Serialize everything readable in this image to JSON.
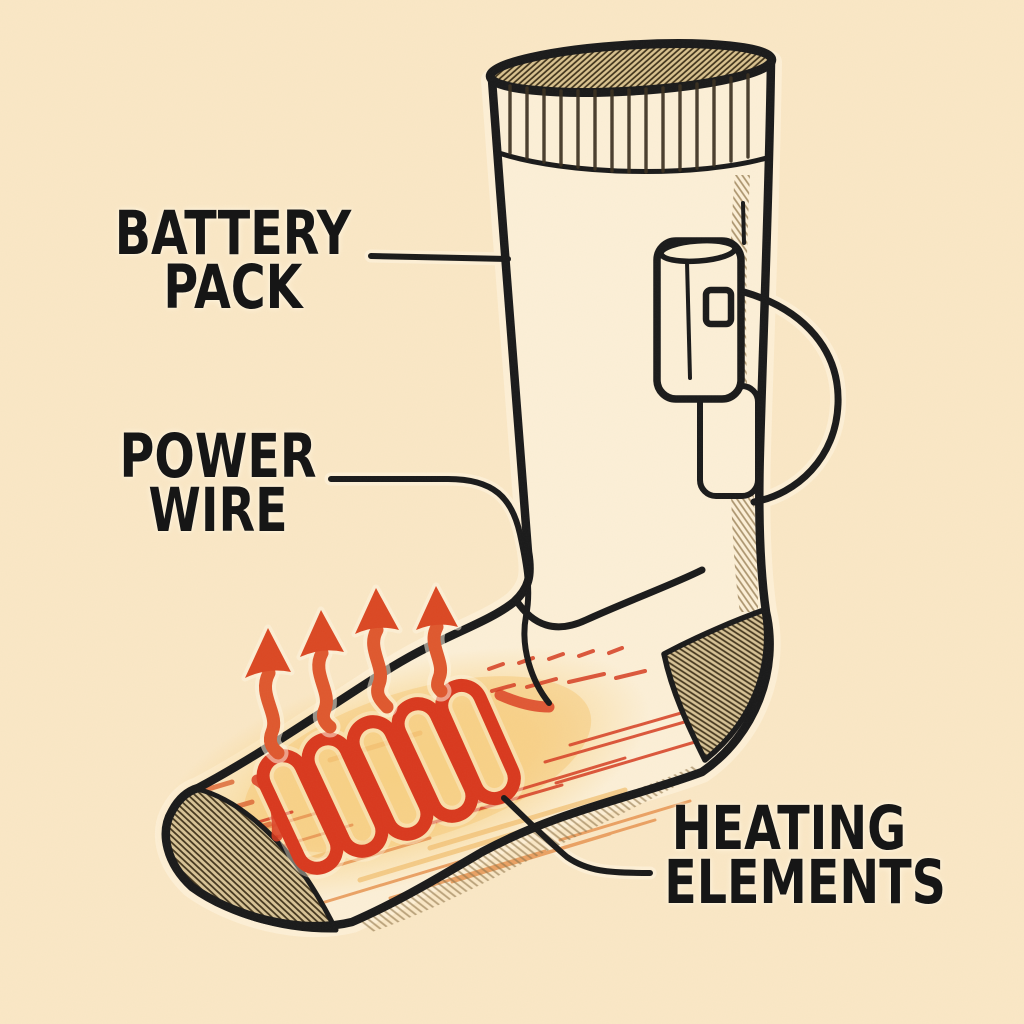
{
  "labels": {
    "battery_pack": {
      "line1": "BATTERY",
      "line2": "PACK"
    },
    "power_wire": {
      "line1": "POWER",
      "line2": "WIRE"
    },
    "heating_elements": {
      "line1": "HEATING",
      "line2": "ELEMENTS"
    }
  },
  "figure": {
    "subject": "heated sock cutaway illustration",
    "parts": [
      "ribbed-cuff",
      "sock-body",
      "battery-pack",
      "power-wire",
      "heating-coil",
      "heat-arrows",
      "heel-patch",
      "toe-patch",
      "heat-glow"
    ],
    "heat_arrow_count": 4,
    "heating_coil_loop_count": 5
  },
  "colors": {
    "background": "#FAE7C5",
    "sock_fill": "#FCEFD6",
    "outline_ink": "#1A1A1A",
    "label_text": "#161616",
    "coil_red": "#D9391E",
    "arrow_orange": "#DE5129",
    "glow_yellow": "#F7CE85",
    "knit_tan": "#D7C295",
    "hatch_brown": "#8F7448"
  }
}
